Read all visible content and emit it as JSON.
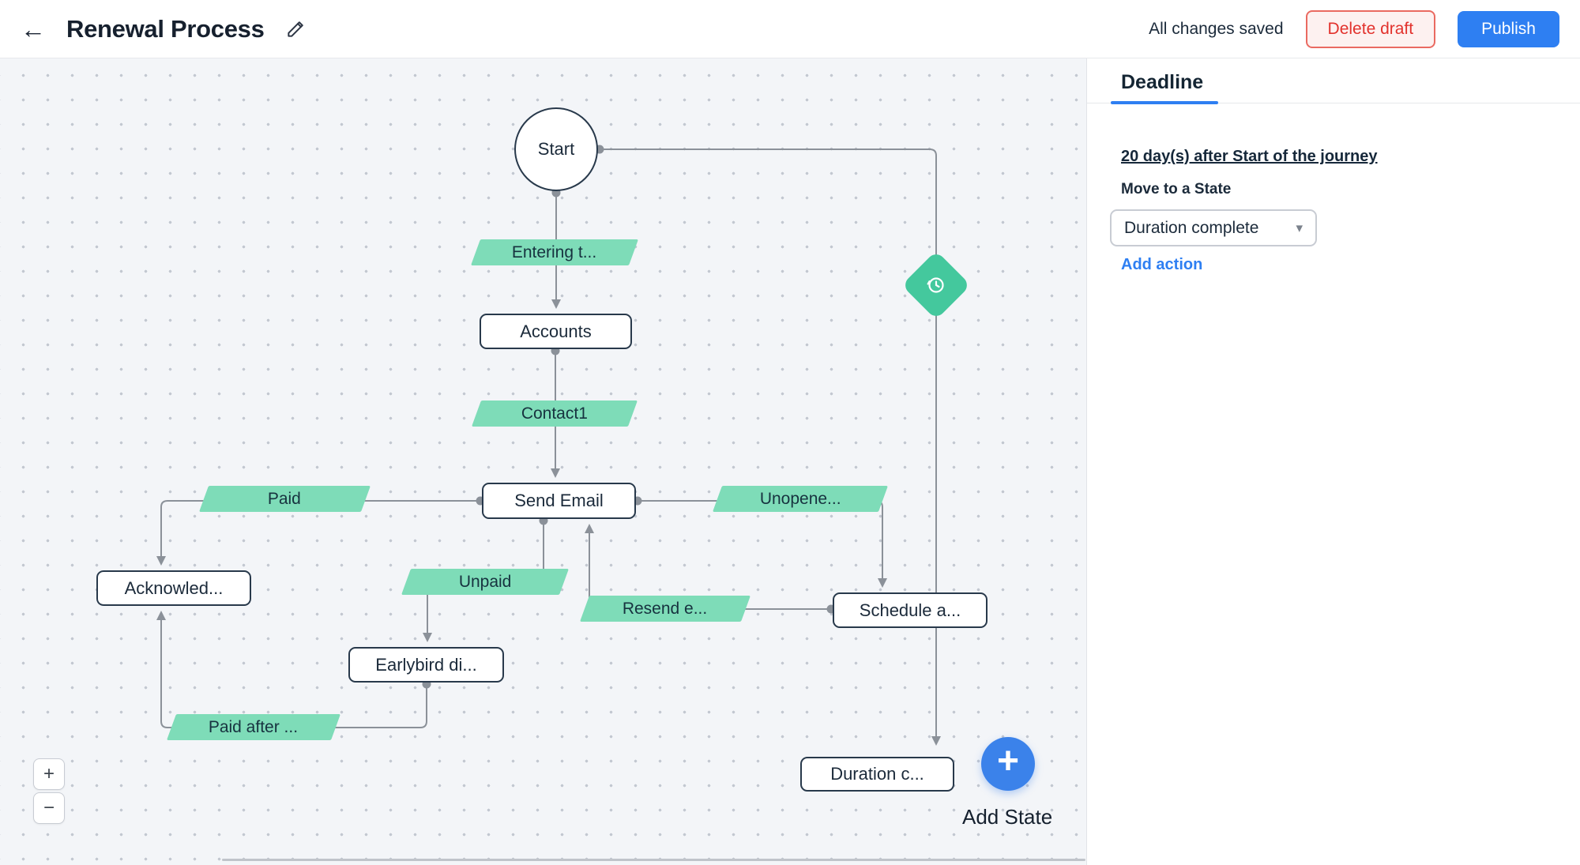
{
  "header": {
    "back_icon": "←",
    "title": "Renewal Process",
    "status": "All changes saved",
    "delete_button": "Delete draft",
    "publish_button": "Publish"
  },
  "panel": {
    "tab": "Deadline",
    "deadline_link": "20 day(s) after Start of the journey",
    "move_label": "Move to a State",
    "state_value": "Duration complete",
    "caret_icon": "▾",
    "add_action": "Add action"
  },
  "nodes": {
    "start": "Start",
    "accounts": "Accounts",
    "send_email": "Send Email",
    "acknowledged": "Acknowled...",
    "schedule": "Schedule a...",
    "earlybird": "Earlybird di...",
    "duration": "Duration c..."
  },
  "transitions": {
    "entering": "Entering t...",
    "contact1": "Contact1",
    "paid": "Paid",
    "unopened": "Unopene...",
    "unpaid": "Unpaid",
    "resend": "Resend e...",
    "paid_after": "Paid after ..."
  },
  "canvas": {
    "add_state_label": "Add State",
    "plus_icon": "+",
    "zoom_in": "+",
    "zoom_out": "−"
  },
  "colors": {
    "accent_blue": "#2e7ff2",
    "danger_red": "#e2322d",
    "transition_green": "#7edcb8",
    "diamond_green": "#44c89d"
  }
}
